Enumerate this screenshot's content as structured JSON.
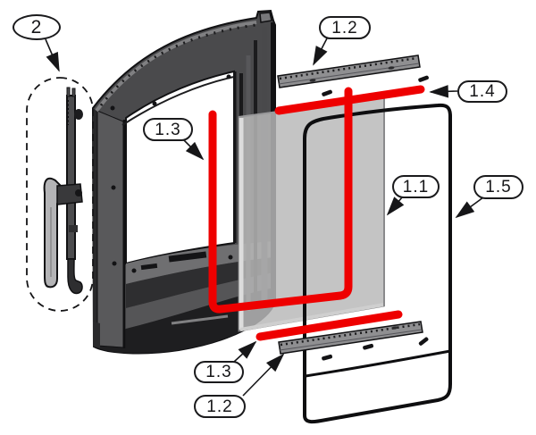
{
  "diagram": {
    "type": "exploded-parts-diagram",
    "subject": "stove-door-glass-assembly",
    "background": "#ffffff",
    "colors": {
      "gasket_red": "#ee0000",
      "frame_dark": "#4a4a4c",
      "frame_shadow": "#28282a",
      "frame_light": "#59595b",
      "glass_gray": "#b9b9b9",
      "trim_gray": "#8f8f91",
      "outline_black": "#111113",
      "handle_gray": "#b4b4b6"
    },
    "callouts": [
      {
        "label": "2",
        "part": "handle-assembly"
      },
      {
        "label": "1.2",
        "part": "trim-strip-top"
      },
      {
        "label": "1.4",
        "part": "gasket-top"
      },
      {
        "label": "1.3",
        "part": "gasket-u-shaped"
      },
      {
        "label": "1.1",
        "part": "inner-glass-panel"
      },
      {
        "label": "1.5",
        "part": "outer-glass-panel"
      },
      {
        "label": "1.3",
        "part": "gasket-bottom"
      },
      {
        "label": "1.2",
        "part": "trim-strip-bottom"
      }
    ]
  }
}
